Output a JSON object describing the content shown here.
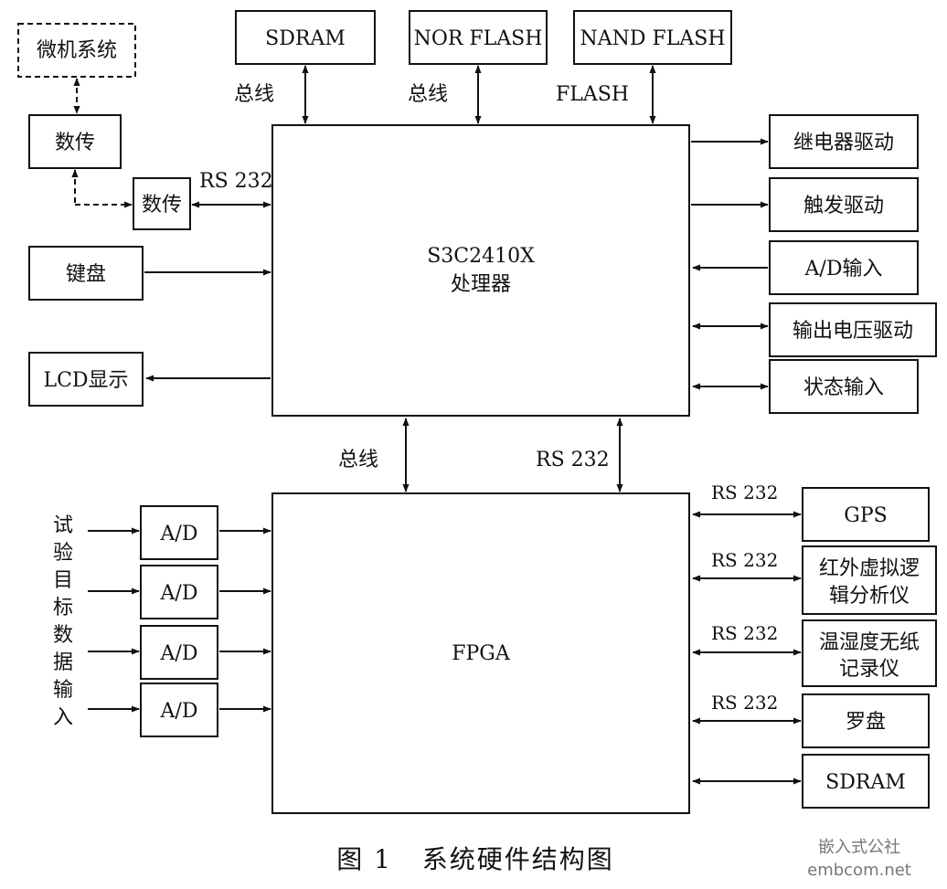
{
  "boxes": {
    "microcomputer": "微机系统",
    "radio1": "数传",
    "radio2": "数传",
    "keyboard": "键盘",
    "lcd": "LCD显示",
    "sdram_top": "SDRAM",
    "nor_flash": "NOR FLASH",
    "nand_flash": "NAND FLASH",
    "processor_l1": "S3C2410X",
    "processor_l2": "处理器",
    "relay": "继电器驱动",
    "trigger": "触发驱动",
    "ad_input": "A/D输入",
    "voltage": "输出电压驱动",
    "status": "状态输入",
    "fpga": "FPGA",
    "ad1": "A/D",
    "ad2": "A/D",
    "ad3": "A/D",
    "ad4": "A/D",
    "gps": "GPS",
    "ir_l1": "红外虚拟逻",
    "ir_l2": "辑分析仪",
    "hum_l1": "温湿度无纸",
    "hum_l2": "记录仪",
    "compass": "罗盘",
    "sdram_bottom": "SDRAM"
  },
  "labels": {
    "bus1": "总线",
    "bus2": "总线",
    "flash": "FLASH",
    "rs232_radio": "RS 232",
    "bus_fpga": "总线",
    "rs232_fpga": "RS 232",
    "rs232_gps": "RS 232",
    "rs232_ir": "RS 232",
    "rs232_hum": "RS 232",
    "rs232_compass": "RS 232"
  },
  "vertical_input_label": [
    "试",
    "验",
    "目",
    "标",
    "数",
    "据",
    "输",
    "入"
  ],
  "caption": "图 1   系统硬件结构图",
  "watermark": {
    "line1": "嵌入式公社",
    "line2": "embcom.net"
  }
}
